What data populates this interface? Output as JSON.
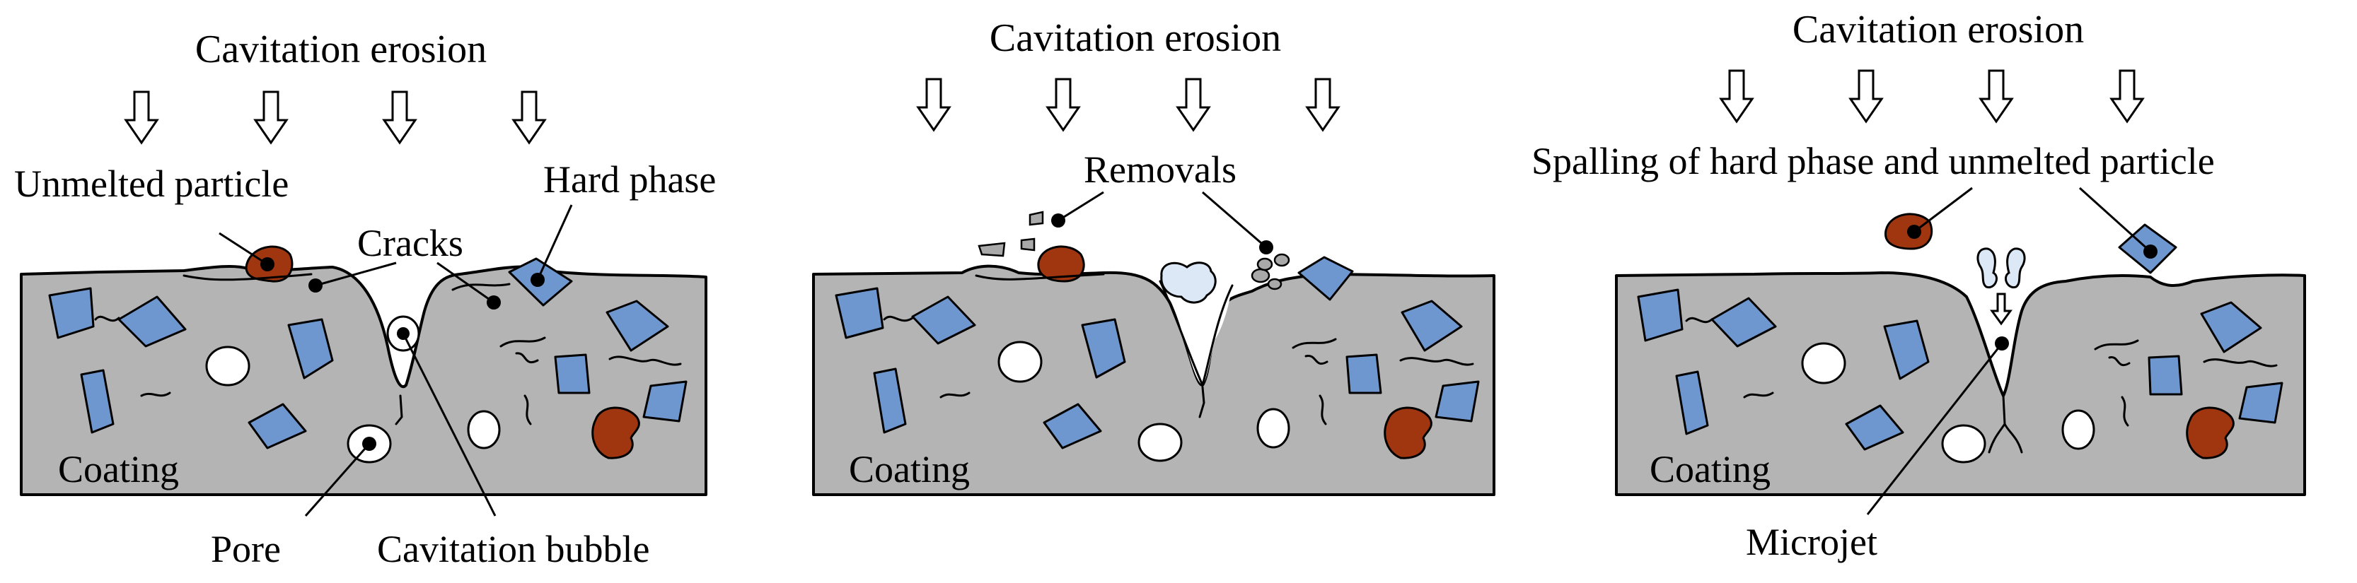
{
  "panels": [
    {
      "title": "Cavitation erosion",
      "coating_label": "Coating",
      "labels": {
        "unmelted_particle": "Unmelted particle",
        "cracks": "Cracks",
        "hard_phase": "Hard phase",
        "pore": "Pore",
        "cavitation_bubble": "Cavitation bubble"
      }
    },
    {
      "title": "Cavitation erosion",
      "coating_label": "Coating",
      "labels": {
        "removals": "Removals"
      }
    },
    {
      "title": "Cavitation erosion",
      "coating_label": "Coating",
      "labels": {
        "spalling": "Spalling of hard phase and unmelted particle",
        "microjet": "Microjet"
      }
    }
  ],
  "colors": {
    "coating": "#b4b4b4",
    "hard_phase": "#6f97cf",
    "unmelted_particle": "#a0360f",
    "pore": "#ffffff"
  }
}
